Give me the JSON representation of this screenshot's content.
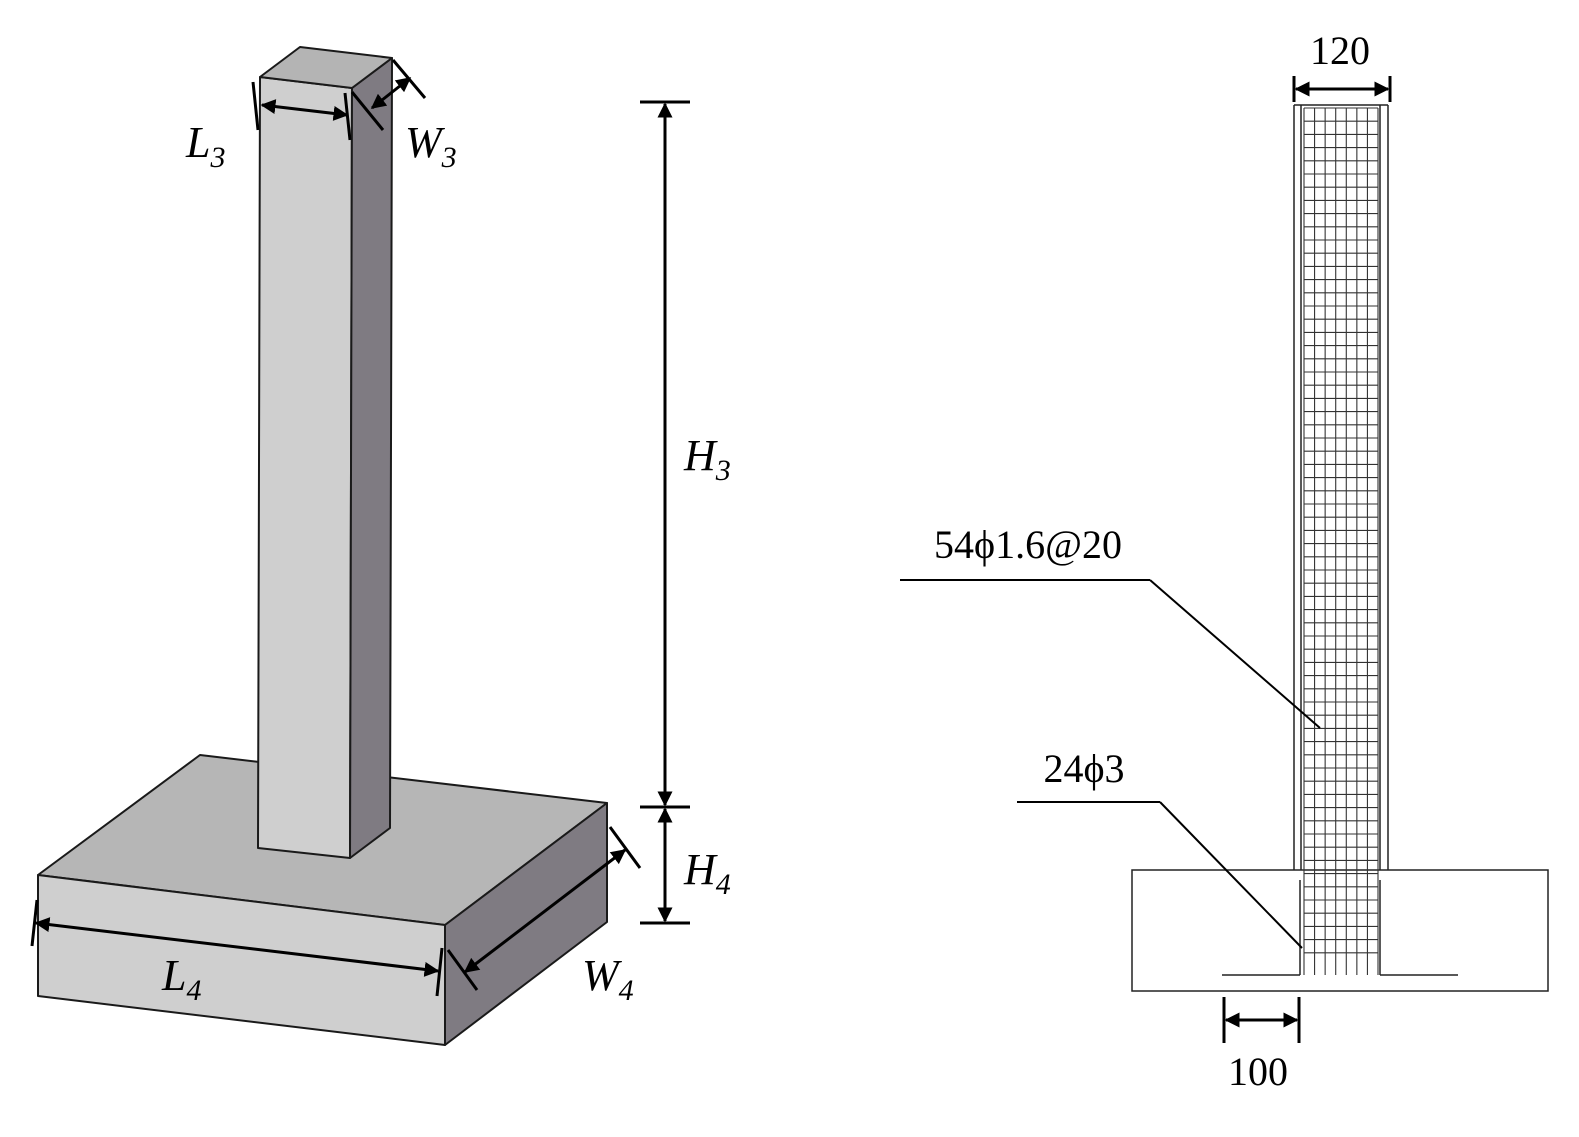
{
  "model_labels": {
    "column_length": {
      "text": "L",
      "sub": "3"
    },
    "column_width": {
      "text": "W",
      "sub": "3"
    },
    "column_height": {
      "text": "H",
      "sub": "3"
    },
    "base_height": {
      "text": "H",
      "sub": "4"
    },
    "base_length": {
      "text": "L",
      "sub": "4"
    },
    "base_width": {
      "text": "W",
      "sub": "4"
    }
  },
  "section": {
    "column_width_dim": "120",
    "rebar_mesh_label": "54ϕ1.6@20",
    "longitudinal_label": "24ϕ3",
    "anchorage_dim": "100"
  },
  "colors": {
    "face_light": "#cfcfcf",
    "face_top": "#b4b4b4",
    "face_dark": "#7f7b82",
    "line": "#000000"
  }
}
